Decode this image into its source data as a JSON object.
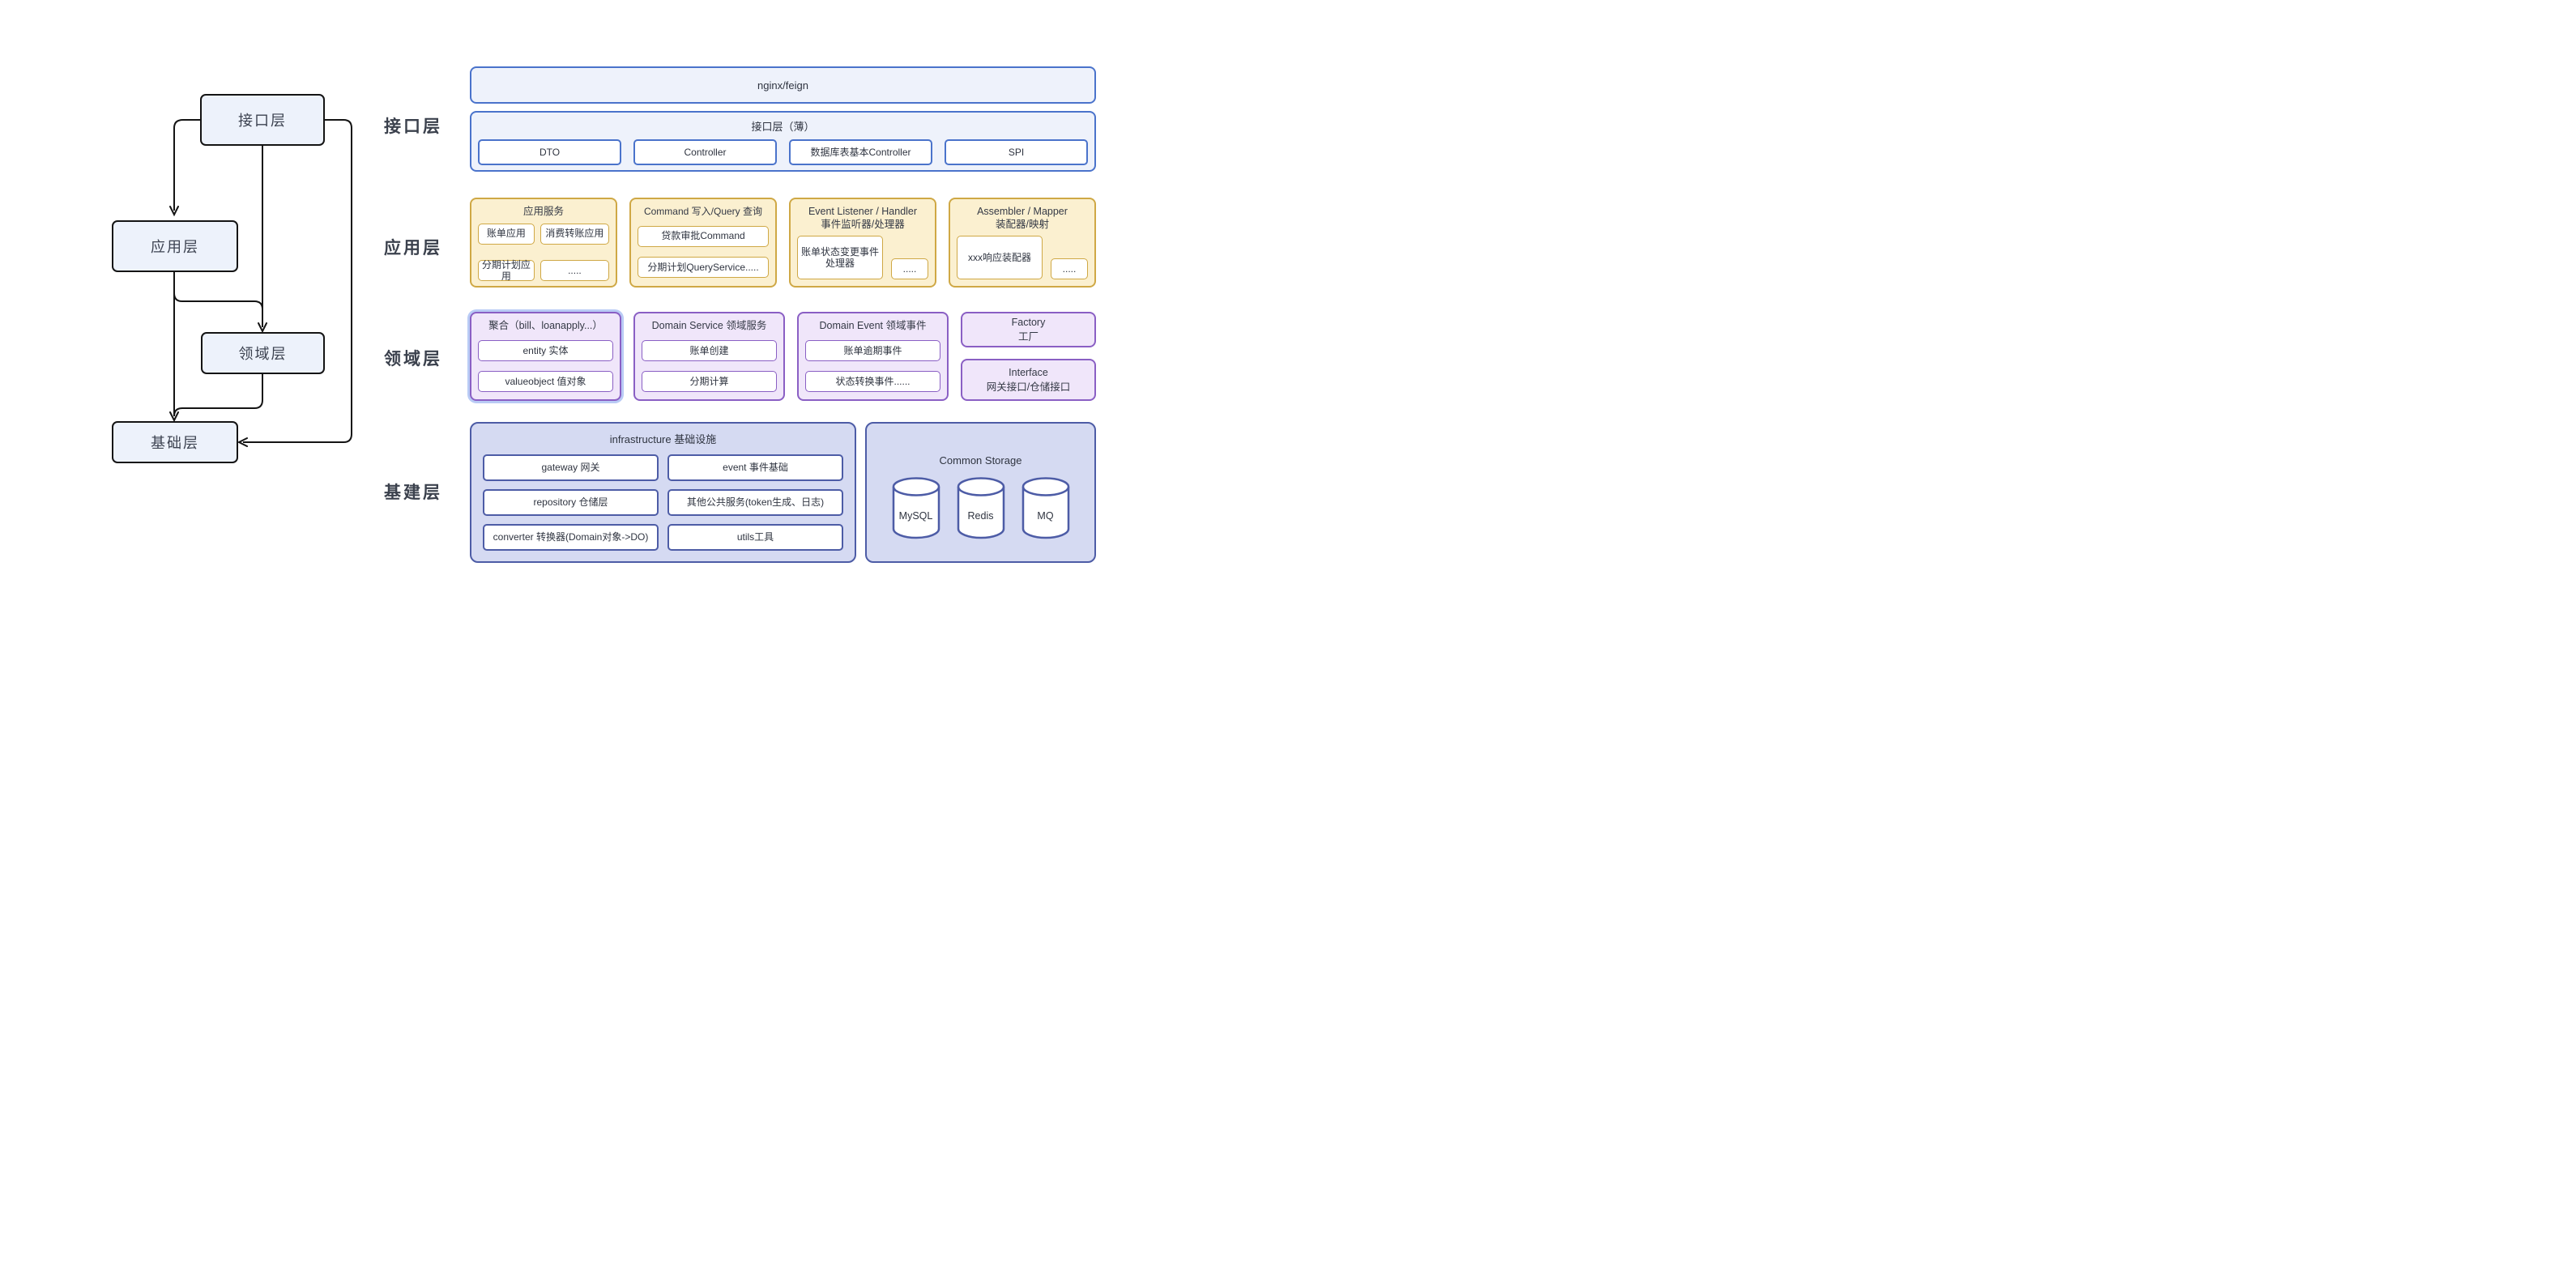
{
  "flowchart": {
    "nodes": [
      {
        "id": "interface",
        "label": "接口层"
      },
      {
        "id": "application",
        "label": "应用层"
      },
      {
        "id": "domain",
        "label": "领域层"
      },
      {
        "id": "infrastructure",
        "label": "基础层"
      }
    ]
  },
  "row_labels": [
    "接口层",
    "应用层",
    "领域层",
    "基建层"
  ],
  "stack": {
    "nginx_bar": "nginx/feign",
    "interface_row": {
      "title": "接口层（薄）",
      "items": [
        "DTO",
        "Controller",
        "数据库表基本Controller",
        "SPI"
      ]
    },
    "application_row": {
      "cards": [
        {
          "title": "应用服务",
          "items": [
            "账单应用",
            "消费转账应用",
            "分期计划应用",
            "....."
          ]
        },
        {
          "title": "Command 写入/Query 查询",
          "items": [
            "贷款审批Command",
            "分期计划QueryService....."
          ]
        },
        {
          "title_line1": "Event Listener / Handler",
          "title_line2": "事件监听器/处理器",
          "main_item": "账单状态变更事件处理器",
          "more_item": "....."
        },
        {
          "title_line1": "Assembler / Mapper",
          "title_line2": "装配器/映射",
          "main_item": "xxx响应装配器",
          "more_item": "....."
        }
      ]
    },
    "domain_row": {
      "cards": [
        {
          "title": "聚合（bill、loanapply...）",
          "items": [
            "entity 实体",
            "valueobject 值对象"
          ]
        },
        {
          "title": "Domain Service 领域服务",
          "items": [
            "账单创建",
            "分期计算"
          ]
        },
        {
          "title": "Domain Event 领域事件",
          "items": [
            "账单逾期事件",
            "状态转换事件......"
          ]
        }
      ],
      "side_cards": [
        {
          "line1": "Factory",
          "line2": "工厂"
        },
        {
          "line1": "Interface",
          "line2": "网关接口/仓储接口"
        }
      ]
    },
    "infra_row": {
      "infrastructure": {
        "title": "infrastructure 基础设施",
        "items": [
          "gateway 网关",
          "event 事件基础",
          "repository 仓储层",
          "其他公共服务(token生成、日志)",
          "converter 转换器(Domain对象->DO)",
          "utils工具"
        ]
      },
      "common_storage": {
        "title": "Common Storage",
        "cylinders": [
          "MySQL",
          "Redis",
          "MQ"
        ]
      }
    }
  },
  "colors": {
    "blue_border": "#4a73cb",
    "blue_fill": "#eef2fb",
    "yellow_border": "#cfa845",
    "yellow_fill": "#fbf0d0",
    "purple_border": "#8a5fc4",
    "purple_fill": "#f0e6fa",
    "selection_glow": "#b9cbf5",
    "indigo_border": "#4d5ca6",
    "indigo_fill": "#d5daf2",
    "line_color": "#141414"
  }
}
